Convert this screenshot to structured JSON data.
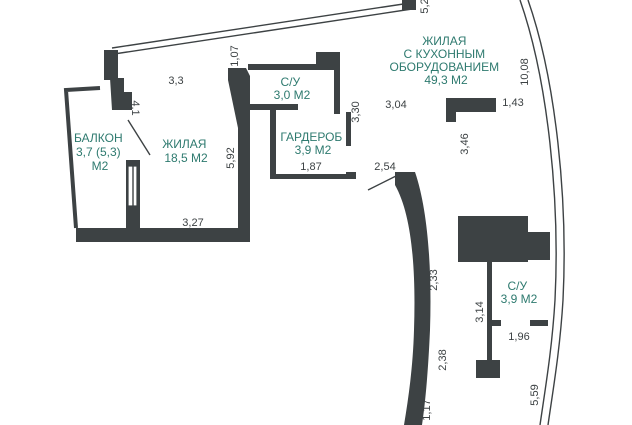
{
  "rooms": {
    "living_room": {
      "lines": [
        "ЖИЛАЯ",
        "С КУХОННЫМ",
        "ОБОРУДОВАНИЕМ",
        "49,3 М2"
      ]
    },
    "bathroom_top": {
      "lines": [
        "С/У",
        "3,0 М2"
      ]
    },
    "wardrobe": {
      "lines": [
        "ГАРДЕРОБ",
        "3,9 М2"
      ]
    },
    "balcony": {
      "lines": [
        "БАЛКОН",
        "3,7 (5,3)",
        "М2"
      ]
    },
    "bedroom": {
      "lines": [
        "ЖИЛАЯ",
        "18,5 М2"
      ]
    },
    "bathroom_right": {
      "lines": [
        "С/У",
        "3,9 М2"
      ]
    }
  },
  "dimensions": {
    "d_3_3": "3,3",
    "d_1_07": "1,07",
    "d_4_1": "4,1",
    "d_5_92": "5,92",
    "d_3_27": "3,27",
    "d_3_30": "3,30",
    "d_3_04": "3,04",
    "d_1_43": "1,43",
    "d_3_46": "3,46",
    "d_10_08": "10,08",
    "d_1_87": "1,87",
    "d_2_54": "2,54",
    "d_2_33": "2,33",
    "d_2_38": "2,38",
    "d_1_17": "1,17",
    "d_3_14": "3,14",
    "d_1_96": "1,96",
    "d_5_59": "5,59",
    "d_5_2": "5,2"
  }
}
